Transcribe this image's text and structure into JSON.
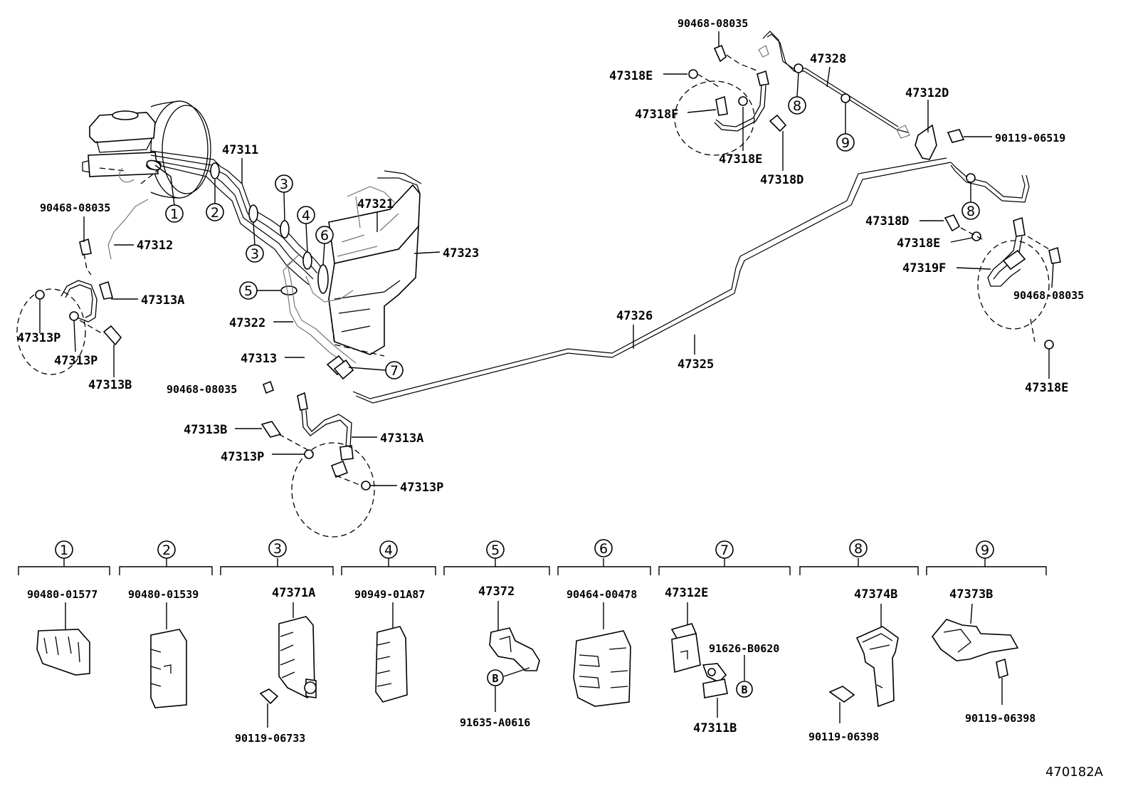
{
  "diagram_id": "470182A",
  "labels": {
    "p47311": "47311",
    "p90468_upper_left": "90468-08035",
    "p47312": "47312",
    "p47313A_left": "47313A",
    "p47313P_left1": "47313P",
    "p47313P_left2": "47313P",
    "p47313B_left": "47313B",
    "p47321": "47321",
    "p47323": "47323",
    "p47322": "47322",
    "p47313": "47313",
    "p90468_mid": "90468-08035",
    "p47313B_mid": "47313B",
    "p47313A_mid": "47313A",
    "p47313P_mid1": "47313P",
    "p47313P_mid2": "47313P",
    "p47326": "47326",
    "p47325": "47325",
    "p90468_top_right": "90468-08035",
    "p47328": "47328",
    "p47318E_a": "47318E",
    "p47318F": "47318F",
    "p47318E_b": "47318E",
    "p47318D_a": "47318D",
    "p47312D": "47312D",
    "p90119_06519": "90119-06519",
    "p47318D_b": "47318D",
    "p47318E_c": "47318E",
    "p47319F": "47319F",
    "p90468_right": "90468-08035",
    "p47318E_d": "47318E"
  },
  "callouts": {
    "c1": "1",
    "c2": "2",
    "c3a": "3",
    "c3b": "3",
    "c4": "4",
    "c5": "5",
    "c6": "6",
    "c7": "7",
    "c8a": "8",
    "c8b": "8",
    "c9": "9"
  },
  "legend": [
    {
      "num": "1",
      "parts": [
        "90480-01577"
      ]
    },
    {
      "num": "2",
      "parts": [
        "90480-01539"
      ]
    },
    {
      "num": "3",
      "parts": [
        "47371A",
        "90119-06733"
      ]
    },
    {
      "num": "4",
      "parts": [
        "90949-01A87"
      ]
    },
    {
      "num": "5",
      "parts": [
        "47372",
        "B",
        "91635-A0616"
      ]
    },
    {
      "num": "6",
      "parts": [
        "90464-00478"
      ]
    },
    {
      "num": "7",
      "parts": [
        "47312E",
        "91626-B0620",
        "B",
        "47311B"
      ]
    },
    {
      "num": "8",
      "parts": [
        "47374B",
        "90119-06398"
      ]
    },
    {
      "num": "9",
      "parts": [
        "47373B",
        "90119-06398"
      ]
    }
  ]
}
